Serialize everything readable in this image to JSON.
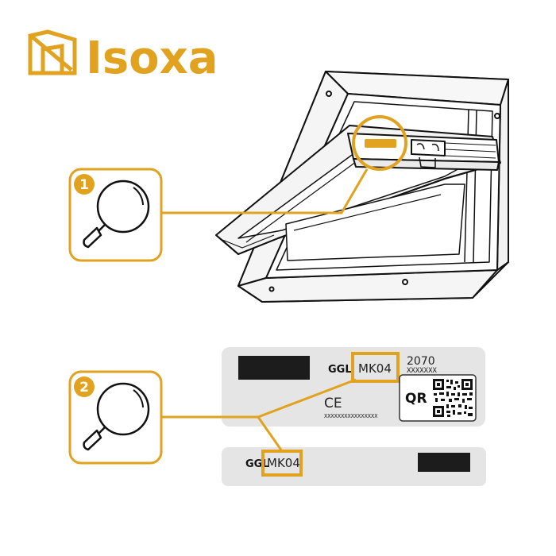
{
  "brand": {
    "name": "Isoxa",
    "color": "#e0a21f"
  },
  "steps": [
    {
      "number": "1",
      "icon": "magnifier-icon"
    },
    {
      "number": "2",
      "icon": "magnifier-icon"
    }
  ],
  "label_top": {
    "series": "GGL",
    "size_code": "MK04",
    "year": "2070",
    "serial": "XXXXXXX",
    "ce_mark": "CE",
    "ce_code": "XXXXXXXXXXXXXXXX",
    "qr_label": "QR"
  },
  "label_bottom": {
    "series": "GGL",
    "size_code": "MK04"
  },
  "colors": {
    "accent": "#e0a21f",
    "label_bg": "#e5e5e5",
    "redaction": "#1c1c1c"
  }
}
